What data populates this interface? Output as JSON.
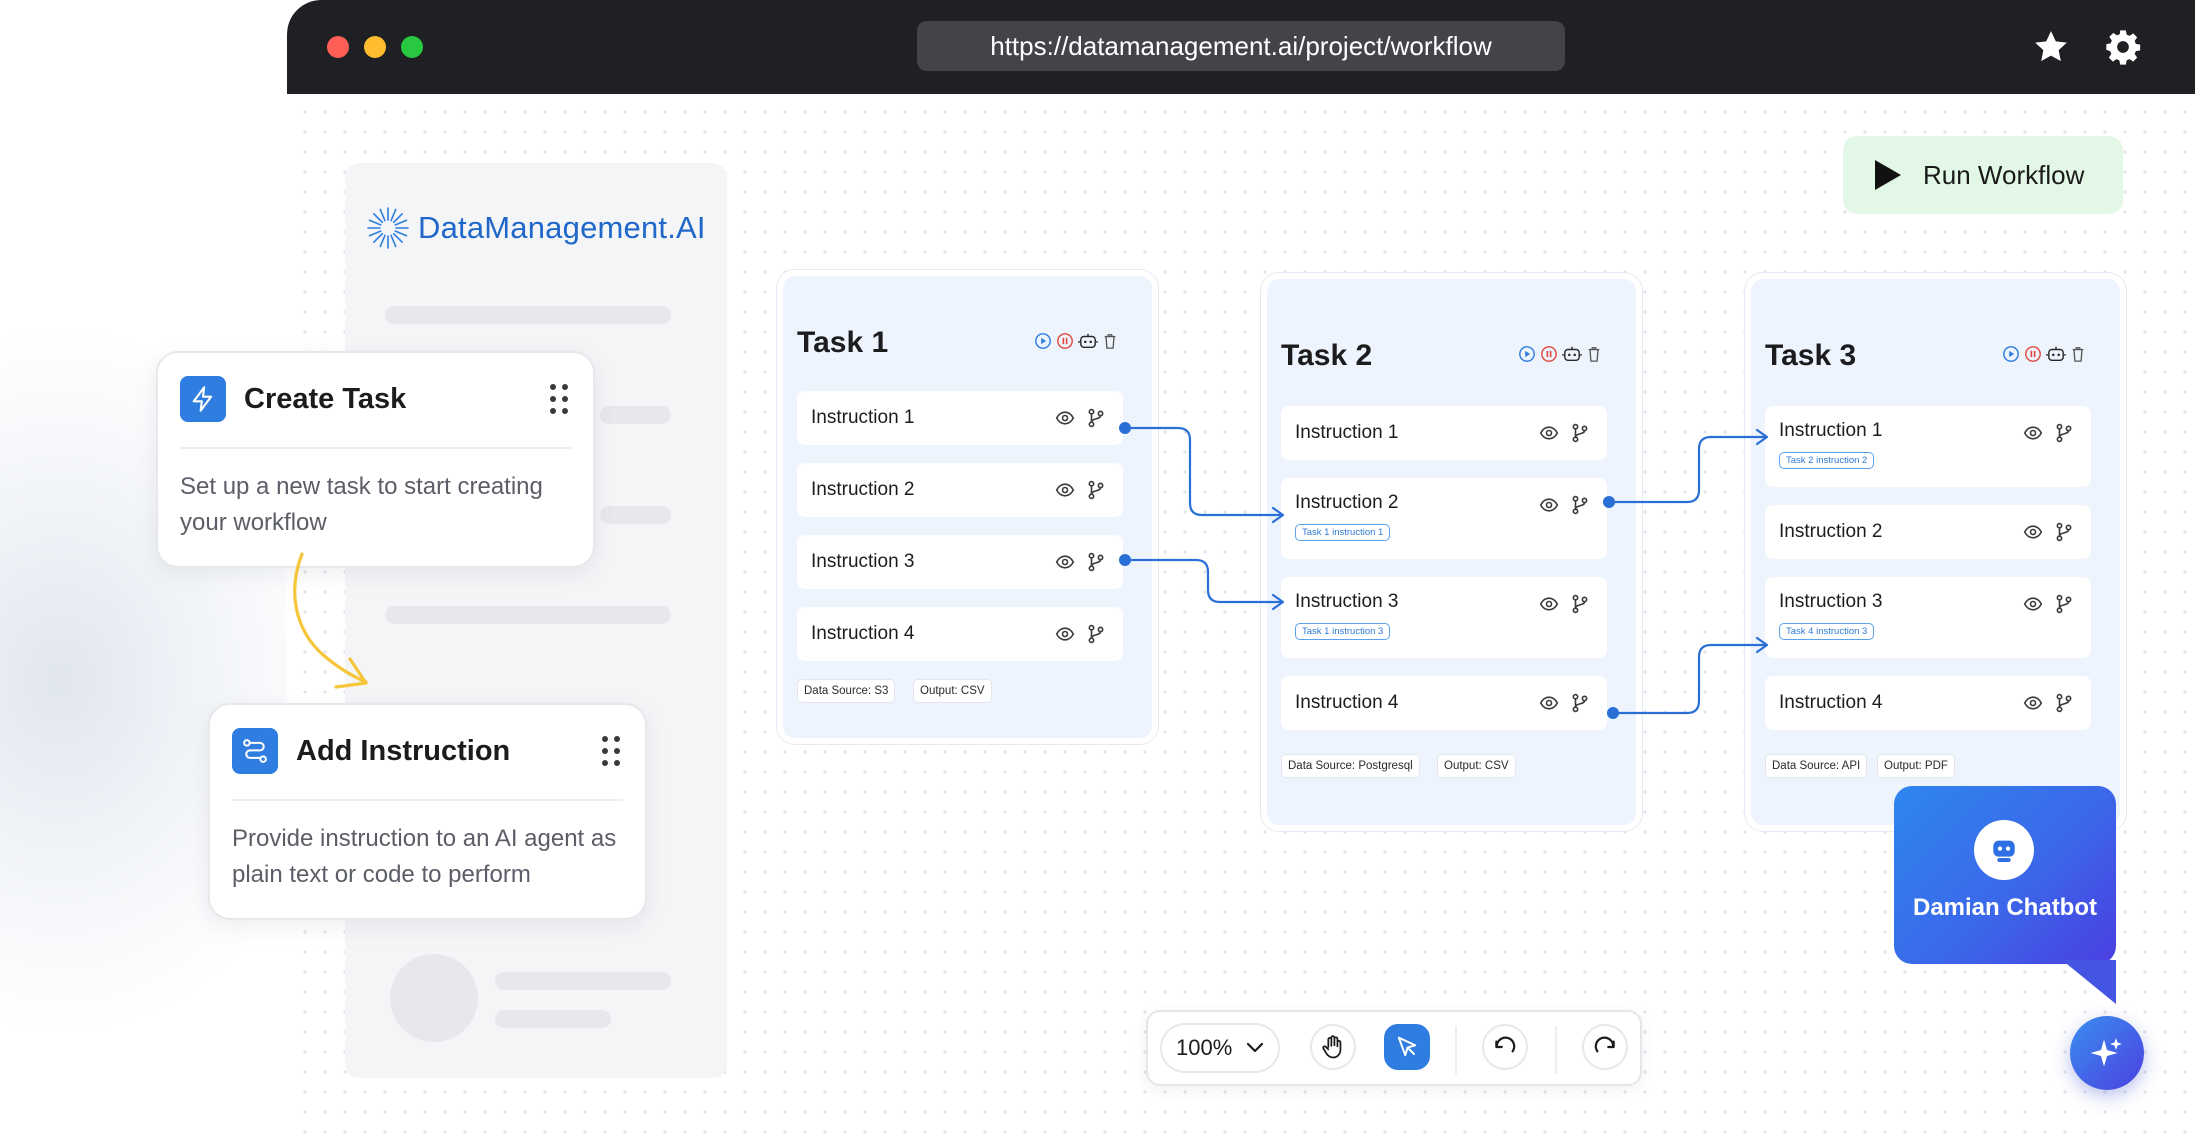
{
  "browser": {
    "url": "https://datamanagement.ai/project/workflow",
    "traffic_lights": [
      "#ff5f57",
      "#febc2e",
      "#28c840"
    ],
    "icons": [
      "star-icon",
      "gear-icon"
    ]
  },
  "brand": {
    "name": "DataManagement.AI",
    "color": "#1f67c8"
  },
  "cards": {
    "create_task": {
      "title": "Create Task",
      "description": "Set up a new task to start creating your workflow",
      "icon": "lightning-icon"
    },
    "add_instruction": {
      "title": "Add Instruction",
      "description": "Provide instruction to an AI agent as plain text or code to perform",
      "icon": "workflow-icon"
    }
  },
  "run_button": {
    "label": "Run Workflow",
    "icon": "play-icon",
    "background": "#e3f7e6"
  },
  "tasks": [
    {
      "title": "Task 1",
      "instructions": [
        {
          "label": "Instruction 1",
          "tag": ""
        },
        {
          "label": "Instruction 2",
          "tag": ""
        },
        {
          "label": "Instruction 3",
          "tag": ""
        },
        {
          "label": "Instruction 4",
          "tag": ""
        }
      ],
      "data_source": "Data Source: S3",
      "output": "Output: CSV"
    },
    {
      "title": "Task 2",
      "instructions": [
        {
          "label": "Instruction 1",
          "tag": ""
        },
        {
          "label": "Instruction 2",
          "tag": "Task 1 instruction 1"
        },
        {
          "label": "Instruction 3",
          "tag": "Task 1 instruction 3"
        },
        {
          "label": "Instruction 4",
          "tag": ""
        }
      ],
      "data_source": "Data Source: Postgresql",
      "output": "Output: CSV"
    },
    {
      "title": "Task 3",
      "instructions": [
        {
          "label": "Instruction 1",
          "tag": "Task 2 instruction 2"
        },
        {
          "label": "Instruction 2",
          "tag": ""
        },
        {
          "label": "Instruction 3",
          "tag": "Task 4 instruction 3"
        },
        {
          "label": "Instruction 4",
          "tag": ""
        }
      ],
      "data_source": "Data Source: API",
      "output": "Output: PDF"
    }
  ],
  "task_controls": [
    "play-icon",
    "pause-icon",
    "robot-icon",
    "trash-icon"
  ],
  "chatbot": {
    "label": "Damian Chatbot",
    "icon": "robot-icon",
    "fab_icon": "sparkle-icon"
  },
  "toolbar": {
    "zoom": "100%",
    "tools": [
      "hand-icon",
      "pointer-icon",
      "undo-icon",
      "redo-icon"
    ],
    "active_tool": "pointer-icon"
  },
  "colors": {
    "accent": "#2f7de0",
    "connector": "#2a6fd6",
    "annotation_arrow": "#f5c53a"
  }
}
